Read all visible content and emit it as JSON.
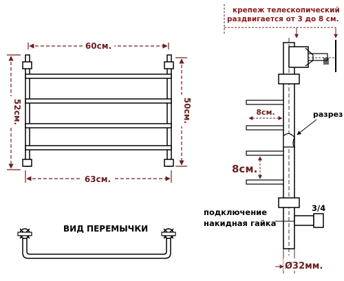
{
  "front_view": {
    "width_top": "60см.",
    "width_bottom": "63см.",
    "height_left": "52см.",
    "height_right": "50см."
  },
  "jumper_view": {
    "label": "ВИД ПЕРЕМЫЧКИ"
  },
  "side_view": {
    "mount_note_line1": "крепеж телескопический",
    "mount_note_line2": "раздвигается от 3 до 8 см.",
    "bar_spacing_small": "8см.",
    "cut_label": "разрез",
    "bar_spacing_large": "8см.",
    "connection_line1": "подключение",
    "connection_line2": "накидная гайка",
    "thread_size": "3/4",
    "pipe_diameter": "Ø32мм."
  },
  "colors": {
    "dimension": "#6b1f1f",
    "line": "#000000",
    "accent": "#8b1a1a"
  }
}
